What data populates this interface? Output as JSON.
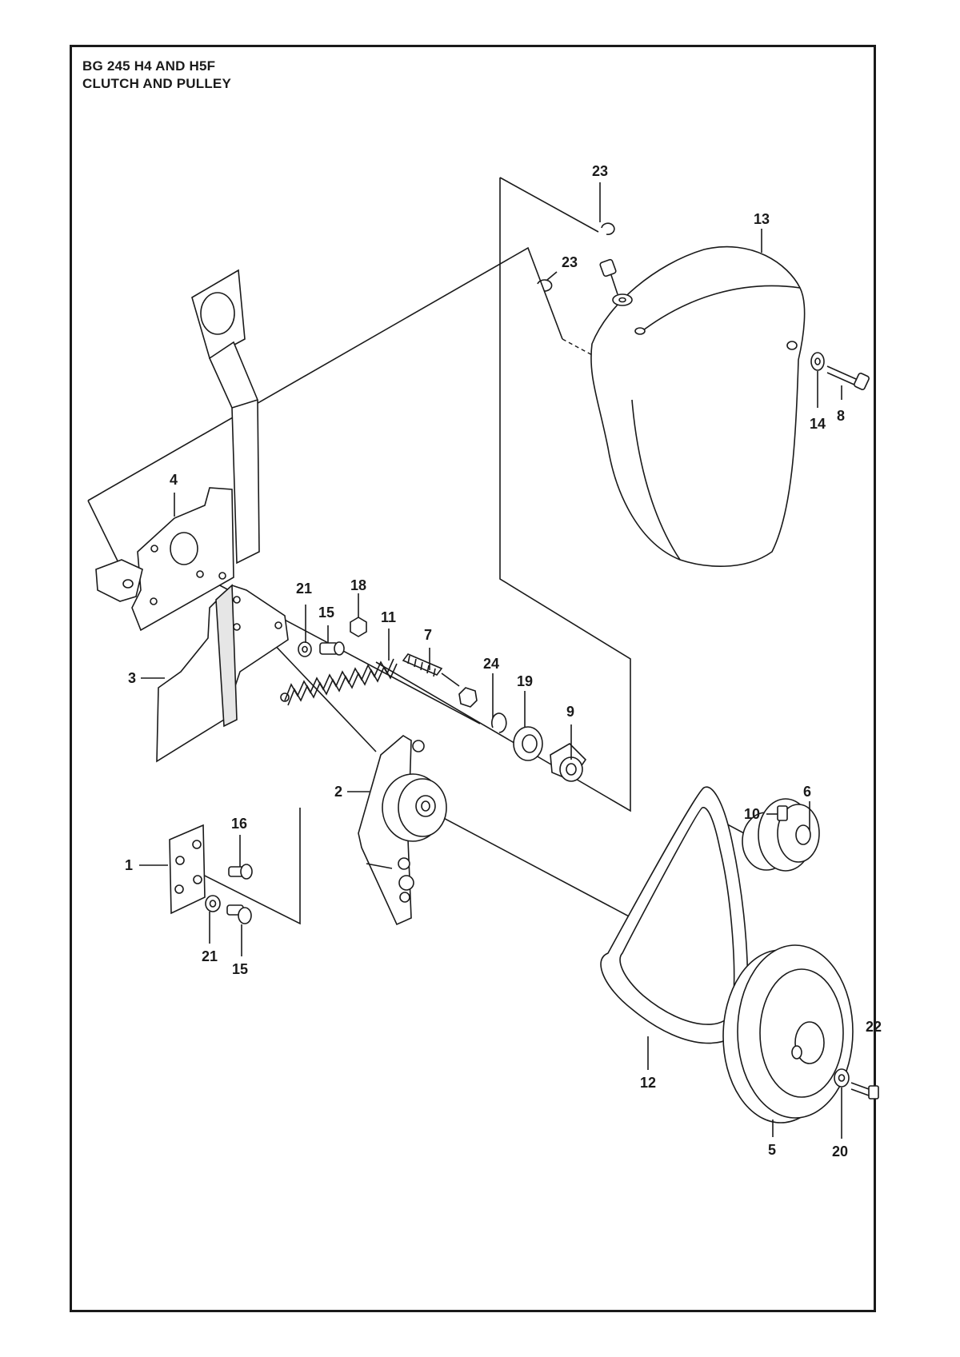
{
  "header": {
    "line1": "BG 245 H4 AND H5F",
    "line2": "CLUTCH AND PULLEY"
  },
  "callouts": [
    "23",
    "13",
    "23",
    "14",
    "8",
    "4",
    "21",
    "15",
    "18",
    "11",
    "7",
    "24",
    "19",
    "9",
    "3",
    "2",
    "6",
    "10",
    "16",
    "1",
    "21",
    "15",
    "22",
    "12",
    "5",
    "20"
  ],
  "colors": {
    "ink": "#1a1a1a",
    "background": "#ffffff"
  }
}
